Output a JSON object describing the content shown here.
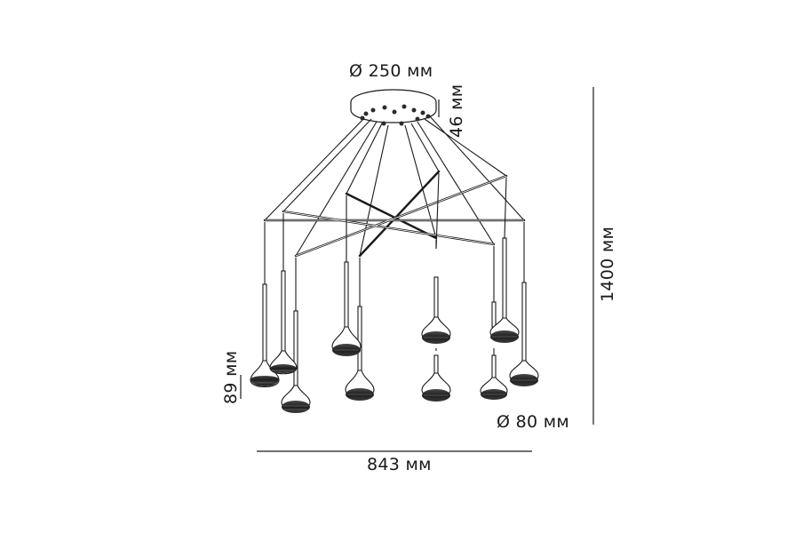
{
  "dimensions": {
    "canopy_diameter": "Ø 250 мм",
    "canopy_height": "46 мм",
    "total_height": "1400 мм",
    "shade_height": "89 мм",
    "shade_diameter": "Ø 80 мм",
    "total_width": "843 мм"
  },
  "colors": {
    "line": "#1a1a1a",
    "shade": "#2b2b2b",
    "shade_highlight": "#8a8a8a",
    "background": "#ffffff"
  }
}
